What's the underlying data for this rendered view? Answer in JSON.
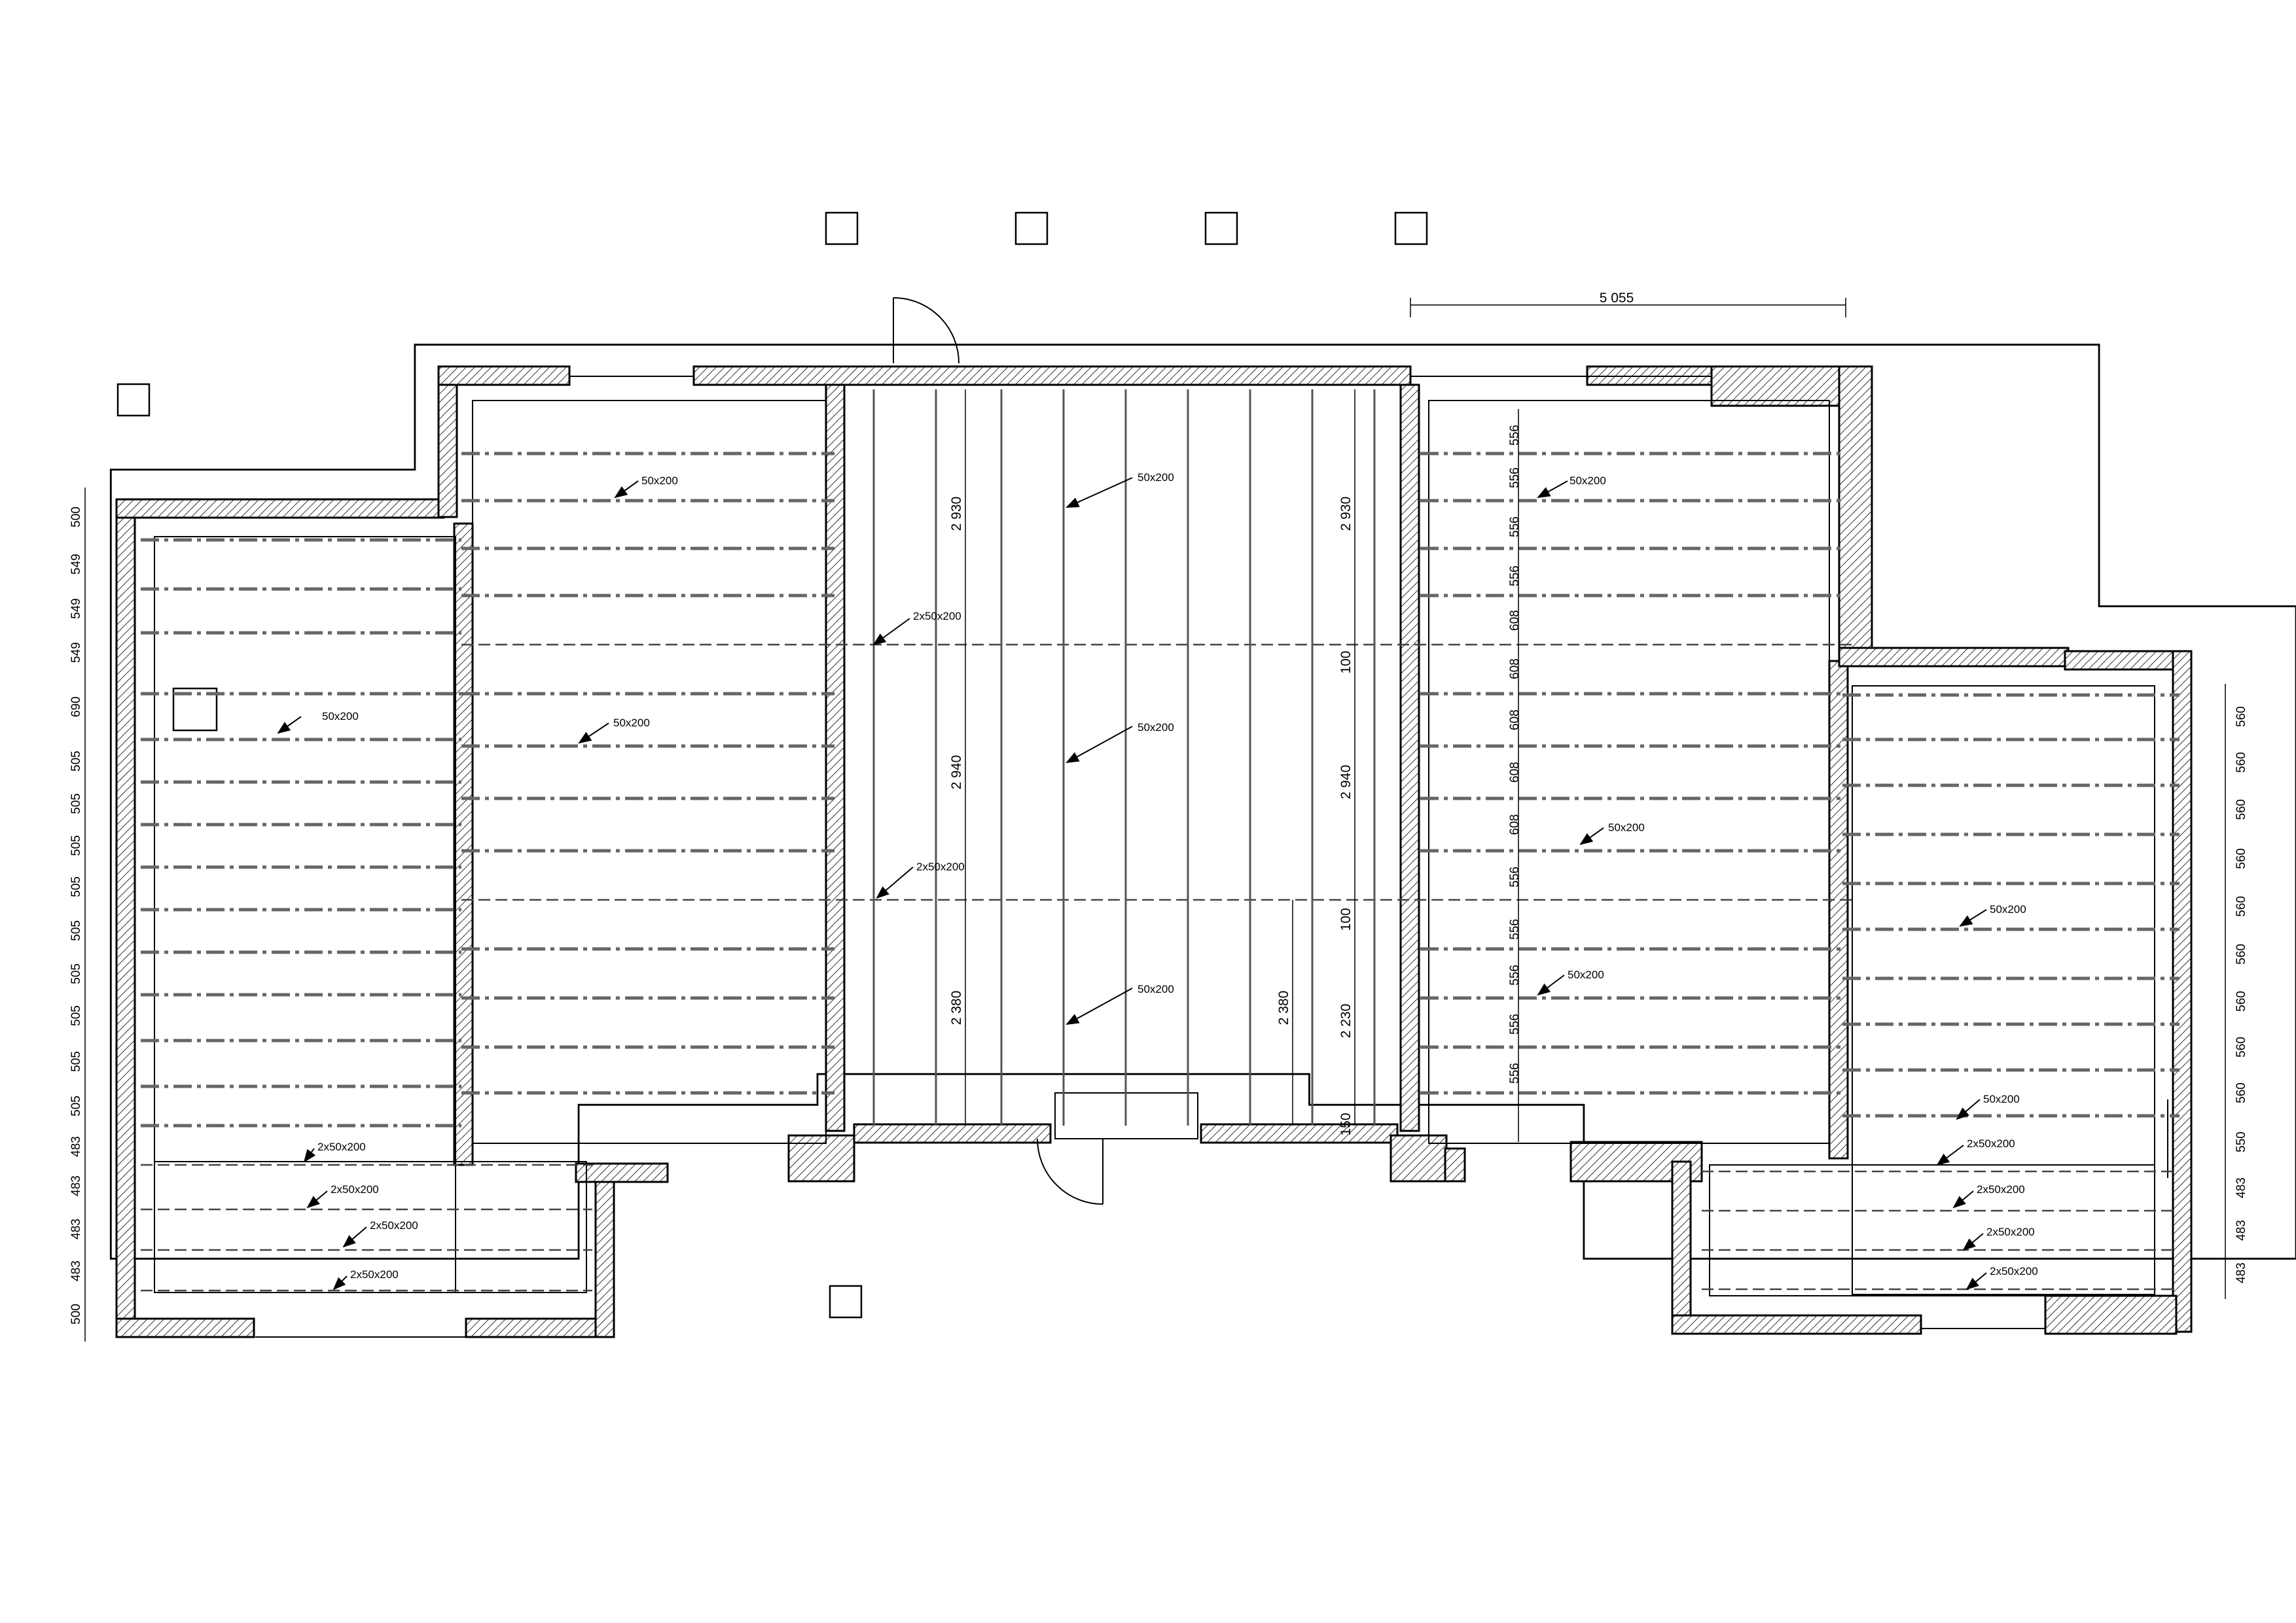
{
  "dimensions": {
    "top_span": "5 055",
    "left_column": [
      "500",
      "549",
      "549",
      "549",
      "690",
      "505",
      "505",
      "505",
      "505",
      "505",
      "505",
      "505",
      "505",
      "505",
      "483",
      "483",
      "483",
      "483",
      "500"
    ],
    "right_column": [
      "560",
      "560",
      "560",
      "560",
      "560",
      "560",
      "560",
      "560",
      "560",
      "550",
      "483",
      "483",
      "483"
    ],
    "inner_right_column": [
      "556",
      "556",
      "556",
      "556",
      "608",
      "608",
      "608",
      "608",
      "608",
      "556",
      "556",
      "556",
      "556",
      "556"
    ],
    "center_left": [
      "2 930",
      "2 940",
      "2 380"
    ],
    "center_right": [
      "2 930",
      "100",
      "2 940",
      "100",
      "2 380",
      "2 230",
      "150"
    ]
  },
  "labels": {
    "joist": "50x200",
    "double_joist": "2x50x200"
  }
}
